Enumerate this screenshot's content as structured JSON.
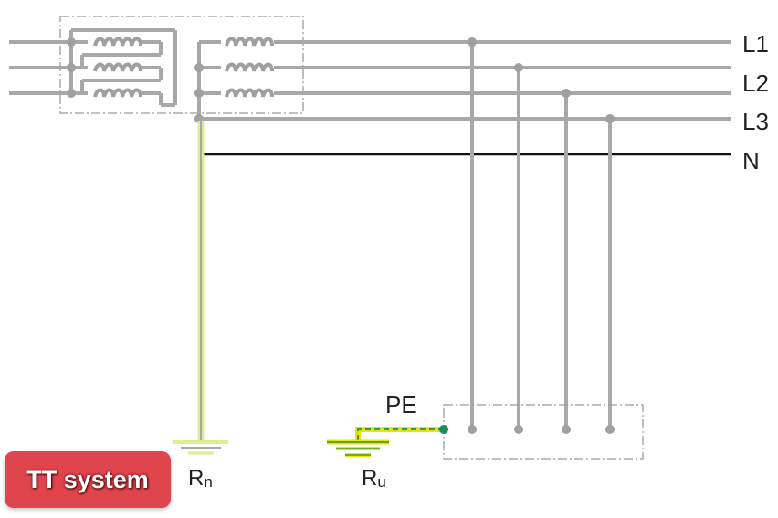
{
  "diagram": {
    "phase_labels": {
      "l1": "L1",
      "l2": "L2",
      "l3": "L3",
      "n": "N"
    },
    "pe_label": "PE",
    "rn_label": {
      "main": "R",
      "sub": "n"
    },
    "ru_label": {
      "main": "R",
      "sub": "u"
    },
    "colors": {
      "phase_line": "#a8a8a8",
      "neutral_line": "#111111",
      "earth_line": "#d9ef94",
      "pe_line": "#e6e600",
      "pe_node": "#1f8a5a",
      "box_border": "#9a9a9a"
    }
  },
  "badge": {
    "text": "TT system",
    "color": "#e0444c"
  }
}
